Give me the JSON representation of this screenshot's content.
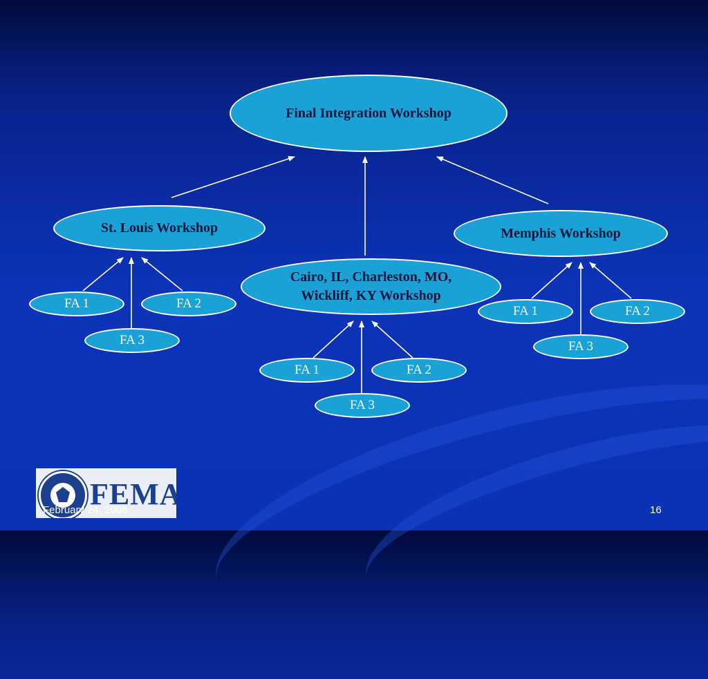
{
  "diagram": {
    "root": "Final Integration Workshop",
    "workshops": {
      "st_louis": "St. Louis Workshop",
      "cairo_line1": "Cairo, IL, Charleston, MO,",
      "cairo_line2": "Wickliff, KY  Workshop",
      "memphis": "Memphis Workshop"
    },
    "focus_areas": {
      "fa1": "FA 1",
      "fa2": "FA 2",
      "fa3": "FA 3"
    }
  },
  "footer": {
    "logo_text": "FEMA",
    "date": "February 24, 2006",
    "page_number": "16"
  },
  "colors": {
    "node_fill": "#1aa1d6",
    "background": "#0b31b4",
    "connector": "#ffffff"
  }
}
